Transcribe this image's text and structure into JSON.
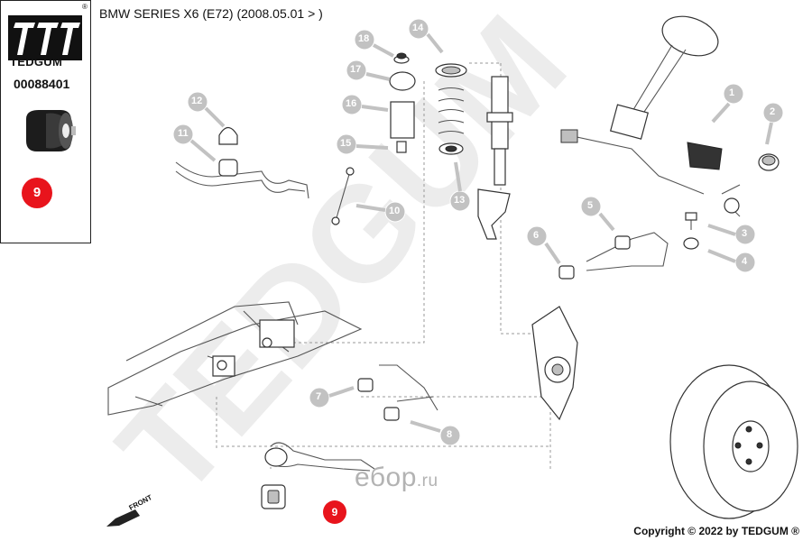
{
  "brand": {
    "name": "TEDGUM",
    "registered_mark": "®",
    "part_number": "00088401",
    "part_badge": "9"
  },
  "header": {
    "title": "BMW SERIES X6 (E72)  (2008.05.01 > )"
  },
  "diagram": {
    "watermark_text": "TEDGUM",
    "front_label": "FRONT",
    "highlight_callout": "9",
    "callouts": [
      "1",
      "2",
      "3",
      "4",
      "5",
      "6",
      "7",
      "8",
      "10",
      "11",
      "12",
      "13",
      "14",
      "15",
      "16",
      "17",
      "18"
    ]
  },
  "colors": {
    "accent_red": "#e8141c",
    "callout_grey": "#c2c2c2",
    "watermark": "#ececec"
  },
  "footer": {
    "copyright": "Copyright © 2022 by TEDGUM ®",
    "site": "ебор",
    "site_suffix": ".ru"
  }
}
